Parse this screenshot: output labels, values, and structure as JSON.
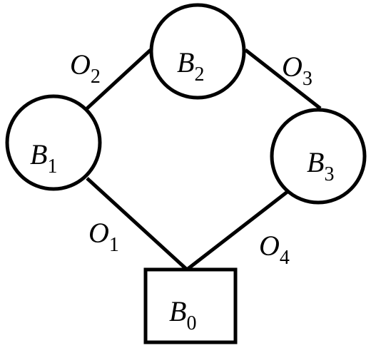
{
  "nodes": {
    "b0": {
      "letter": "B",
      "index": "0",
      "shape": "rectangle"
    },
    "b1": {
      "letter": "B",
      "index": "1",
      "shape": "circle"
    },
    "b2": {
      "letter": "B",
      "index": "2",
      "shape": "circle"
    },
    "b3": {
      "letter": "B",
      "index": "3",
      "shape": "circle"
    }
  },
  "edges": {
    "o1": {
      "letter": "O",
      "index": "1",
      "from": "b1",
      "to": "b0"
    },
    "o2": {
      "letter": "O",
      "index": "2",
      "from": "b1",
      "to": "b2"
    },
    "o3": {
      "letter": "O",
      "index": "3",
      "from": "b2",
      "to": "b3"
    },
    "o4": {
      "letter": "O",
      "index": "4",
      "from": "b3",
      "to": "b0"
    }
  },
  "colors": {
    "stroke": "#000000",
    "background": "#ffffff"
  }
}
